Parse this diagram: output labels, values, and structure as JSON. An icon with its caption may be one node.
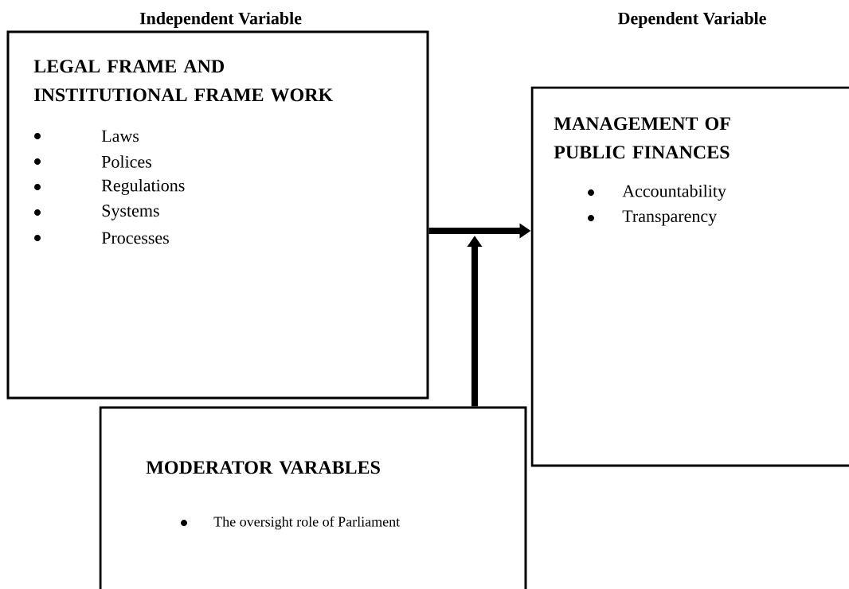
{
  "diagram": {
    "nodes": [
      {
        "text": [
          "Independent Variable",
          "LEGAL FRAME AND INSTITUTIONAL FRAME WORK",
          "Laws",
          "Polices",
          "Regulations",
          "Systems",
          "Processes"
        ]
      },
      {
        "text": [
          "Dependent Variable",
          "MANAGEMENT OF PUBLIC FINANCES",
          "Accountability",
          "Transparency"
        ]
      },
      {
        "text": [
          "MODERATOR VARABLES",
          "The oversight role of Parliament"
        ]
      }
    ],
    "edges": [
      {
        "from": 0,
        "to": 1,
        "arrow": "to"
      },
      {
        "from": 2,
        "to": null,
        "arrow": "to"
      }
    ]
  }
}
